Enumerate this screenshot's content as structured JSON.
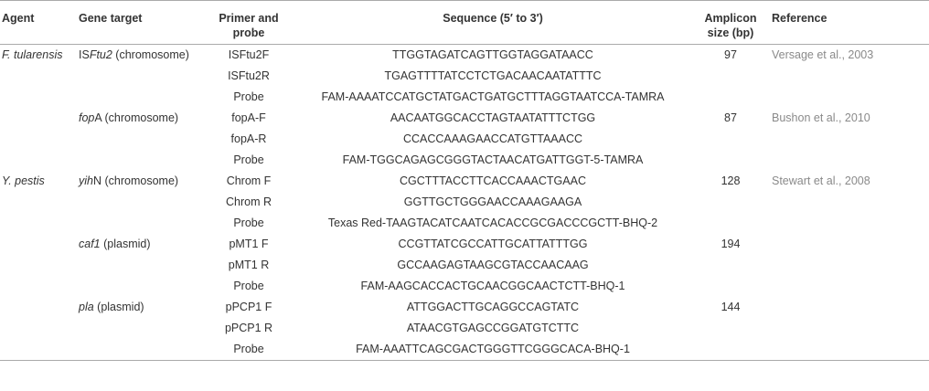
{
  "headers": {
    "agent": "Agent",
    "gene_target": "Gene target",
    "primer_line1": "Primer and",
    "primer_line2": "probe",
    "sequence": "Sequence (5′ to 3′)",
    "amplicon_line1": "Amplicon",
    "amplicon_line2": "size (bp)",
    "reference": "Reference"
  },
  "rows": [
    {
      "agent": "F. tularensis",
      "gene_italic_prefix": "IS",
      "gene_italic": "Ftu2",
      "gene_rest": " (chromosome)",
      "primer": "ISFtu2F",
      "sequence": "TTGGTAGATCAGTTGGTAGGATAACC",
      "amplicon": "97",
      "reference": "Versage et al., 2003"
    },
    {
      "agent": "",
      "gene_italic_prefix": "",
      "gene_italic": "",
      "gene_rest": "",
      "primer": "ISFtu2R",
      "sequence": "TGAGTTTTATCCTCTGACAACAATATTTC",
      "amplicon": "",
      "reference": ""
    },
    {
      "agent": "",
      "gene_italic_prefix": "",
      "gene_italic": "",
      "gene_rest": "",
      "primer": "Probe",
      "sequence": "FAM-AAAATCCATGCTATGACTGATGCTTTAGGTAATCCA-TAMRA",
      "amplicon": "",
      "reference": ""
    },
    {
      "agent": "",
      "gene_italic_prefix": "",
      "gene_italic": "fop",
      "gene_rest": "A (chromosome)",
      "primer": "fopA-F",
      "sequence": "AACAATGGCACCTAGTAATATTTCTGG",
      "amplicon": "87",
      "reference": "Bushon et al., 2010"
    },
    {
      "agent": "",
      "gene_italic_prefix": "",
      "gene_italic": "",
      "gene_rest": "",
      "primer": "fopA-R",
      "sequence": "CCACCAAAGAACCATGTTAAACC",
      "amplicon": "",
      "reference": ""
    },
    {
      "agent": "",
      "gene_italic_prefix": "",
      "gene_italic": "",
      "gene_rest": "",
      "primer": "Probe",
      "sequence": "FAM-TGGCAGAGCGGGTACTAACATGATTGGT-5-TAMRA",
      "amplicon": "",
      "reference": ""
    },
    {
      "agent": "Y. pestis",
      "gene_italic_prefix": "",
      "gene_italic": "yih",
      "gene_rest": "N (chromosome)",
      "primer": "Chrom F",
      "sequence": "CGCTTTACCTTCACCAAACTGAAC",
      "amplicon": "128",
      "reference": "Stewart et al., 2008"
    },
    {
      "agent": "",
      "gene_italic_prefix": "",
      "gene_italic": "",
      "gene_rest": "",
      "primer": "Chrom R",
      "sequence": "GGTTGCTGGGAACCAAAGAAGA",
      "amplicon": "",
      "reference": ""
    },
    {
      "agent": "",
      "gene_italic_prefix": "",
      "gene_italic": "",
      "gene_rest": "",
      "primer": "Probe",
      "sequence": "Texas Red-TAAGTACATCAATCACACCGCGACCCGCTT-BHQ-2",
      "amplicon": "",
      "reference": ""
    },
    {
      "agent": "",
      "gene_italic_prefix": "",
      "gene_italic": "caf1",
      "gene_rest": " (plasmid)",
      "primer": "pMT1 F",
      "sequence": "CCGTTATCGCCATTGCATTATTTGG",
      "amplicon": "194",
      "reference": ""
    },
    {
      "agent": "",
      "gene_italic_prefix": "",
      "gene_italic": "",
      "gene_rest": "",
      "primer": "pMT1 R",
      "sequence": "GCCAAGAGTAAGCGTACCAACAAG",
      "amplicon": "",
      "reference": ""
    },
    {
      "agent": "",
      "gene_italic_prefix": "",
      "gene_italic": "",
      "gene_rest": "",
      "primer": "Probe",
      "sequence": "FAM-AAGCACCACTGCAACGGCAACTCTT-BHQ-1",
      "amplicon": "",
      "reference": ""
    },
    {
      "agent": "",
      "gene_italic_prefix": "",
      "gene_italic": "pla",
      "gene_rest": " (plasmid)",
      "primer": "pPCP1 F",
      "sequence": "ATTGGACTTGCAGGCCAGTATC",
      "amplicon": "144",
      "reference": ""
    },
    {
      "agent": "",
      "gene_italic_prefix": "",
      "gene_italic": "",
      "gene_rest": "",
      "primer": "pPCP1 R",
      "sequence": "ATAACGTGAGCCGGATGTCTTC",
      "amplicon": "",
      "reference": ""
    },
    {
      "agent": "",
      "gene_italic_prefix": "",
      "gene_italic": "",
      "gene_rest": "",
      "primer": "Probe",
      "sequence": "FAM-AAATTCAGCGACTGGGTTCGGGCACA-BHQ-1",
      "amplicon": "",
      "reference": ""
    }
  ]
}
